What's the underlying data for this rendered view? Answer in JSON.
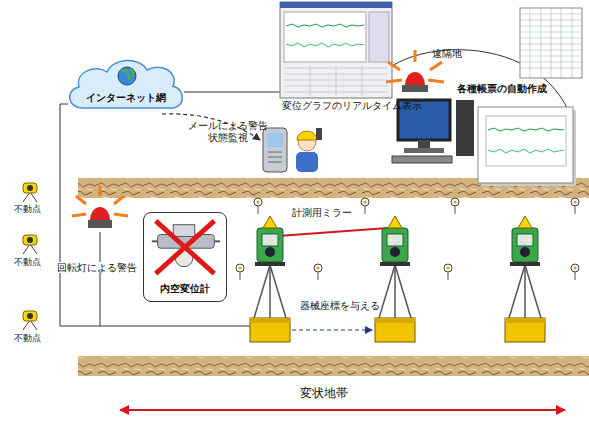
{
  "diagram": {
    "nodes": [
      {
        "text": [
          "インターネット網"
        ]
      },
      {
        "text": [
          "内空変位計"
        ]
      }
    ],
    "labels": [
      "変位グラフのリアルタイム表示",
      "遠隔地",
      "各種帳票の自動作成",
      "メールによる警告 状態監視",
      "計測用ミラー",
      "回転灯による警告",
      "器械座標を与える",
      "不動点",
      "不動点",
      "不動点",
      "変状地帯"
    ]
  }
}
